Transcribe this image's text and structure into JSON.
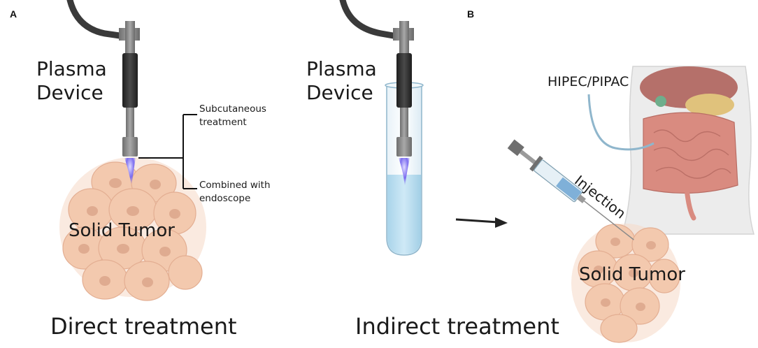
{
  "panel_a": {
    "letter": "A",
    "device_label_line1": "Plasma",
    "device_label_line2": "Device",
    "option1_line1": "Subcutaneous",
    "option1_line2": "treatment",
    "option2_line1": "Combined with",
    "option2_line2": "endoscope",
    "tumor_label": "Solid Tumor",
    "caption": "Direct treatment"
  },
  "panel_b": {
    "letter": "B",
    "device_label_line1": "Plasma",
    "device_label_line2": "Device",
    "hipec_label": "HIPEC/PIPAC",
    "injection_label": "Injection",
    "tumor_label": "Solid Tumor",
    "caption": "Indirect treatment"
  },
  "colors": {
    "tumor_fill": "#f3c9ae",
    "tumor_nucleus": "#d9a287",
    "plasma_flame": "#7b6cf0",
    "liquid": "#bfe0f0",
    "device_dark": "#2e2e2e",
    "device_grey": "#8a8a8a",
    "intestine": "#d98b80",
    "body_skin": "#e9e9e9"
  }
}
